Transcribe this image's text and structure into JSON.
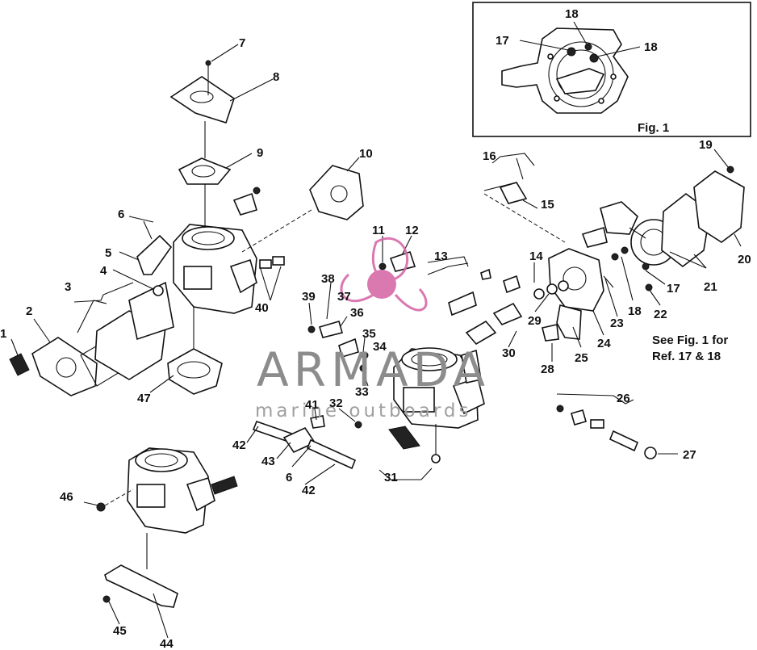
{
  "watermark": {
    "brand": "ARMADA",
    "tagline": "marine outboards",
    "accent_color": "#d66aa8",
    "text_color": "#8c8c8c"
  },
  "figure_caption": "Fig. 1",
  "note": {
    "line1": "See Fig. 1 for",
    "line2": "Ref. 17 & 18"
  },
  "callouts": [
    "1",
    "2",
    "3",
    "4",
    "5",
    "6",
    "7",
    "8",
    "9",
    "10",
    "11",
    "12",
    "13",
    "14",
    "15",
    "16",
    "17",
    "18",
    "19",
    "20",
    "21",
    "22",
    "23",
    "24",
    "25",
    "26",
    "27",
    "28",
    "29",
    "30",
    "31",
    "32",
    "33",
    "34",
    "35",
    "36",
    "37",
    "38",
    "39",
    "40",
    "41",
    "42",
    "43",
    "44",
    "45",
    "46",
    "47"
  ],
  "inset_callouts": [
    "18",
    "17",
    "18"
  ]
}
